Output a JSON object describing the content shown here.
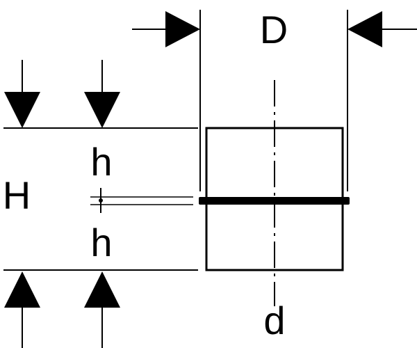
{
  "labels": {
    "D": "D",
    "H": "H",
    "h_top": "h",
    "h_bottom": "h",
    "d": "d"
  }
}
